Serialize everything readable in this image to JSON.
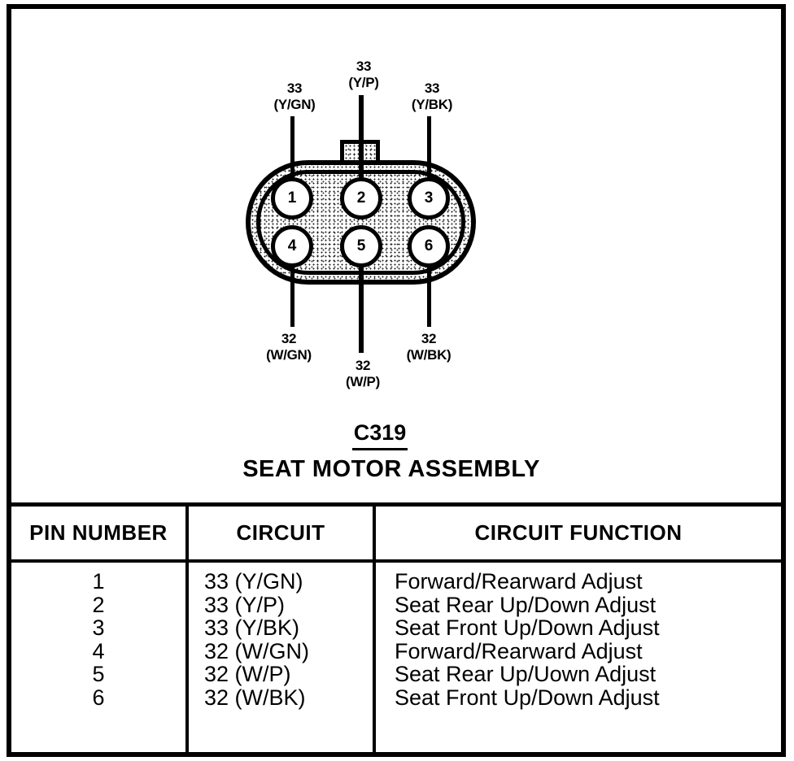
{
  "diagram": {
    "connector_id": "C319",
    "connector_name": "SEAT MOTOR ASSEMBLY",
    "pins": [
      "1",
      "2",
      "3",
      "4",
      "5",
      "6"
    ],
    "wire_labels": {
      "top_left": {
        "circuit": "33",
        "color": "(Y/GN)"
      },
      "top_center": {
        "circuit": "33",
        "color": "(Y/P)"
      },
      "top_right": {
        "circuit": "33",
        "color": "(Y/BK)"
      },
      "bottom_left": {
        "circuit": "32",
        "color": "(W/GN)"
      },
      "bottom_center": {
        "circuit": "32",
        "color": "(W/P)"
      },
      "bottom_right": {
        "circuit": "32",
        "color": "(W/BK)"
      }
    }
  },
  "table": {
    "headers": [
      "PIN NUMBER",
      "CIRCUIT",
      "CIRCUIT FUNCTION"
    ],
    "rows": [
      {
        "pin": "1",
        "circuit": "33 (Y/GN)",
        "function": "Forward/Rearward Adjust"
      },
      {
        "pin": "2",
        "circuit": "33 (Y/P)",
        "function": "Seat Rear Up/Down Adjust"
      },
      {
        "pin": "3",
        "circuit": "33 (Y/BK)",
        "function": "Seat Front Up/Down Adjust"
      },
      {
        "pin": "4",
        "circuit": "32 (W/GN)",
        "function": "Forward/Rearward Adjust"
      },
      {
        "pin": "5",
        "circuit": "32 (W/P)",
        "function": "Seat Rear Up/Uown Adjust"
      },
      {
        "pin": "6",
        "circuit": "32 (W/BK)",
        "function": "Seat Front Up/Down Adjust"
      }
    ]
  },
  "colors": {
    "line": "#000000",
    "background": "#ffffff"
  }
}
